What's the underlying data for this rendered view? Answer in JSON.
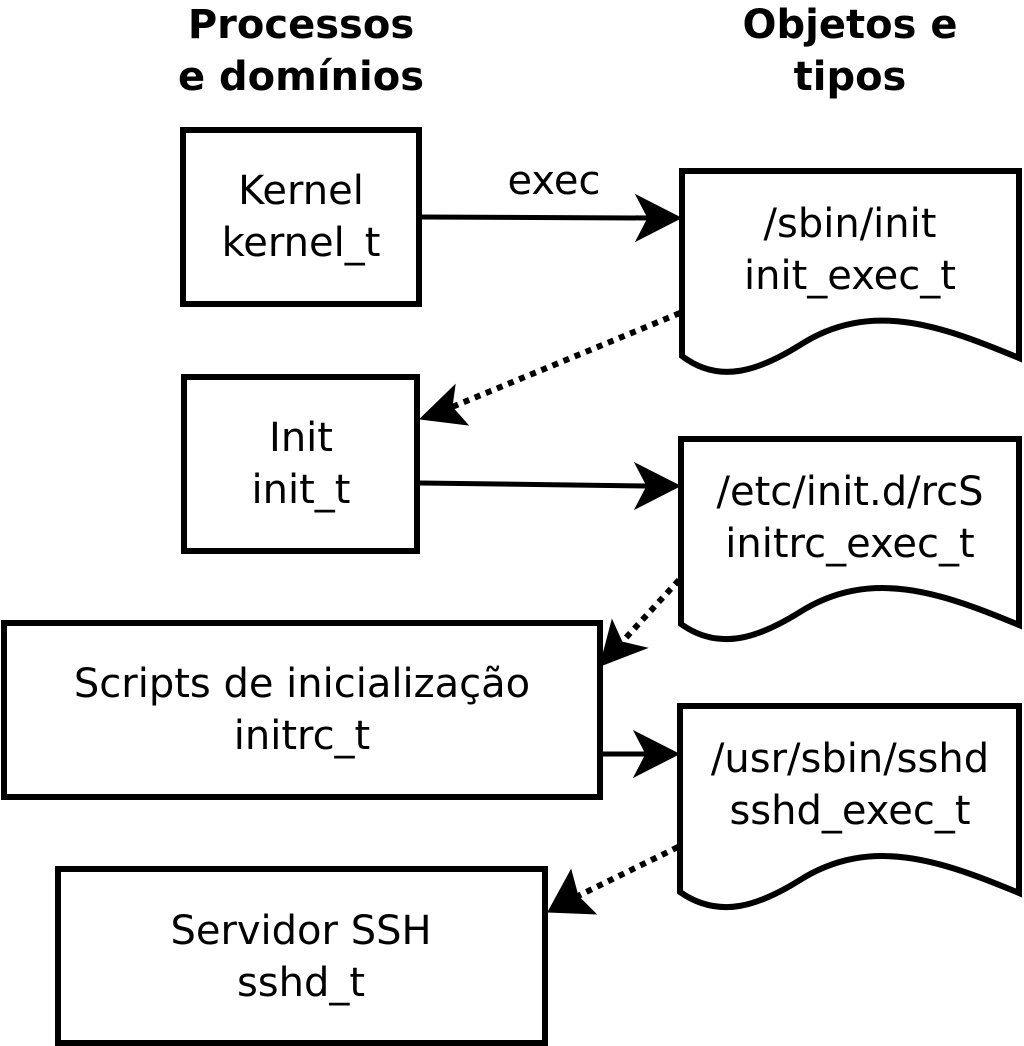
{
  "headings": {
    "left": [
      "Processos",
      "e domínios"
    ],
    "right": [
      "Objetos e",
      "tipos"
    ]
  },
  "processes": [
    {
      "name": "Kernel",
      "type": "kernel_t"
    },
    {
      "name": "Init",
      "type": "init_t"
    },
    {
      "name": "Scripts de inicialização",
      "type": "initrc_t"
    },
    {
      "name": "Servidor SSH",
      "type": "sshd_t"
    }
  ],
  "objects": [
    {
      "path": "/sbin/init",
      "type": "init_exec_t"
    },
    {
      "path": "/etc/init.d/rcS",
      "type": "initrc_exec_t"
    },
    {
      "path": "/usr/sbin/sshd",
      "type": "sshd_exec_t"
    }
  ],
  "edge_labels": {
    "exec": "exec"
  },
  "colors": {
    "stroke": "#000000",
    "background": "#ffffff"
  }
}
